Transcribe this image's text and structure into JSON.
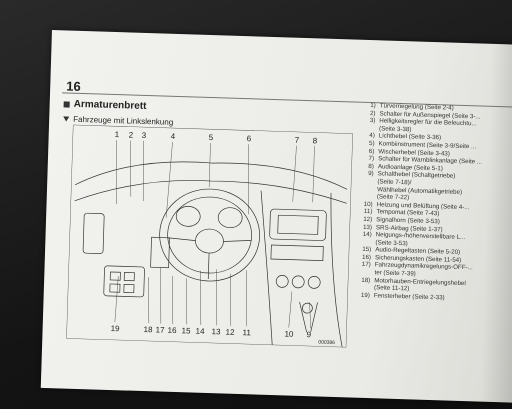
{
  "page": {
    "number": "16",
    "section_title": "Armaturenbrett",
    "subsection_title": "Fahrzeuge mit Linkslenkung",
    "figure_code": "000386"
  },
  "diagram": {
    "top_labels": [
      "1",
      "2",
      "3",
      "4",
      "5",
      "6",
      "7",
      "8"
    ],
    "bottom_labels": [
      "19",
      "18",
      "17",
      "16",
      "15",
      "14",
      "13",
      "12",
      "11",
      "10",
      "9"
    ]
  },
  "legend": [
    {
      "num": "1)",
      "text": "Türverriegelung (Seite 2-4)"
    },
    {
      "num": "2)",
      "text": "Schalter für Außenspiegel (Seite 3-..."
    },
    {
      "num": "3)",
      "text": "Helligkeitsregler für die Beleuchtu...",
      "sub": [
        "(Seite 3-38)"
      ]
    },
    {
      "num": "4)",
      "text": "Lichthebel (Seite 3-36)"
    },
    {
      "num": "5)",
      "text": "Kombiinstrument (Seite 3-9/Seite ..."
    },
    {
      "num": "6)",
      "text": "Wischerhebel (Seite 3-43)"
    },
    {
      "num": "7)",
      "text": "Schalter für Warnblinkanlage (Seite ..."
    },
    {
      "num": "8)",
      "text": "Audioanlage (Seite 5-1)"
    },
    {
      "num": "9)",
      "text": "Schalthebel (Schaltgetriebe)",
      "sub": [
        "(Seite 7-18)/",
        "Wählhebel (Automatikgetriebe)",
        "(Seite 7-22)"
      ]
    },
    {
      "num": "10)",
      "text": "Heizung und Belüftung (Seite 4-..."
    },
    {
      "num": "11)",
      "text": "Tempomat (Seite 7-43)"
    },
    {
      "num": "12)",
      "text": "Signalhorn (Seite 3-53)"
    },
    {
      "num": "13)",
      "text": "SRS-Airbag (Seite 1-37)"
    },
    {
      "num": "14)",
      "text": "Neigungs-/höhenverstellbare L...",
      "sub": [
        "(Seite 3-53)"
      ]
    },
    {
      "num": "15)",
      "text": "Audio-Regeltasten (Seite 5-20)"
    },
    {
      "num": "16)",
      "text": "Sicherungskasten (Seite 11-54)"
    },
    {
      "num": "17)",
      "text": "Fahrzeugdynamikregelungs-OFF-...",
      "sub": [
        "ter (Seite 7-39)"
      ]
    },
    {
      "num": "18)",
      "text": "Motorhauben-Entriegelungshebel",
      "sub": [
        "(Seite 11-12)"
      ]
    },
    {
      "num": "19)",
      "text": "Fensterheber (Seite 2-33)"
    }
  ]
}
